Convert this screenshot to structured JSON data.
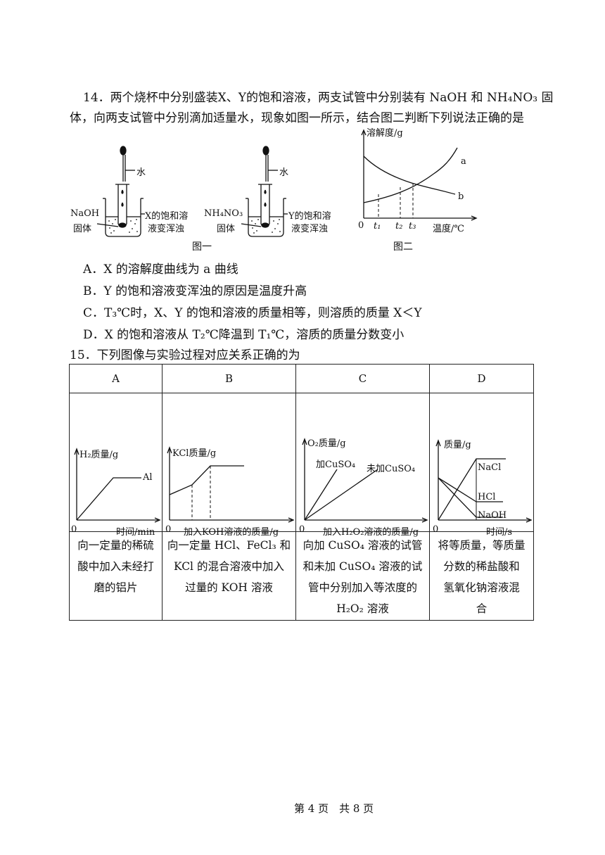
{
  "q14": {
    "line1": "14．两个烧杯中分别盛装X、Y的饱和溶液，两支试管中分别装有 NaOH 和 NH₄NO₃ 固",
    "line2": "体，向两支试管中分别滴加适量水，现象如图一所示，结合图二判断下列说法正确的是",
    "fig1": {
      "water_left": "水",
      "water_right": "水",
      "naoh_1": "NaOH",
      "naoh_2": "固体",
      "x_1": "X的饱和溶",
      "x_2": "液变浑浊",
      "nh_1": "NH₄NO₃",
      "nh_2": "固体",
      "y_1": "Y的饱和溶",
      "y_2": "液变浑浊",
      "caption": "图一"
    },
    "fig2": {
      "ylabel": "溶解度/g",
      "xlabel": "温度/℃",
      "origin": "0",
      "t1": "t₁",
      "t2": "t₂",
      "t3": "t₃",
      "curve_a": "a",
      "curve_b": "b",
      "caption": "图二"
    },
    "options": [
      "A．X 的溶解度曲线为 a 曲线",
      "B．Y 的饱和溶液变浑浊的原因是温度升高",
      "C．T₃℃时，X、Y 的饱和溶液的质量相等，则溶质的质量 X＜Y",
      "D．X 的饱和溶液从 T₂℃降温到 T₁℃，溶质的质量分数变小"
    ]
  },
  "q15": {
    "stem": "15．下列图像与实验过程对应关系正确的为",
    "headers": [
      "A",
      "B",
      "C",
      "D"
    ],
    "graphs": {
      "a": {
        "ylabel": "H₂质量/g",
        "xlabel": "时间/min",
        "origin": "0",
        "curve": "Al"
      },
      "b": {
        "ylabel": "KCl质量/g",
        "xlabel": "加入KOH溶液的质量/g",
        "origin": "0"
      },
      "c": {
        "ylabel": "O₂质量/g",
        "xlabel": "加入H₂O₂溶液的质量/g",
        "origin": "0",
        "curve1": "加CuSO₄",
        "curve2": "未加CuSO₄"
      },
      "d": {
        "ylabel": "质量/g",
        "xlabel": "时间/s",
        "origin": "0",
        "curve1": "NaCl",
        "curve2": "HCl",
        "curve3": "NaOH"
      }
    },
    "descriptions": [
      [
        "向一定量的稀硫",
        "酸中加入未经打",
        "磨的铝片"
      ],
      [
        "向一定量 HCl、FeCl₃ 和",
        "KCl 的混合溶液中加入",
        "过量的 KOH 溶液"
      ],
      [
        "向加 CuSO₄ 溶液的试管",
        "和未加 CuSO₄ 溶液的试",
        "管中分别加入等浓度的",
        "H₂O₂ 溶液"
      ],
      [
        "将等质量，等质量",
        "分数的稀盐酸和",
        "氢氧化钠溶液混",
        "合"
      ]
    ]
  },
  "footer": {
    "page": "第 4 页　共 8 页"
  }
}
